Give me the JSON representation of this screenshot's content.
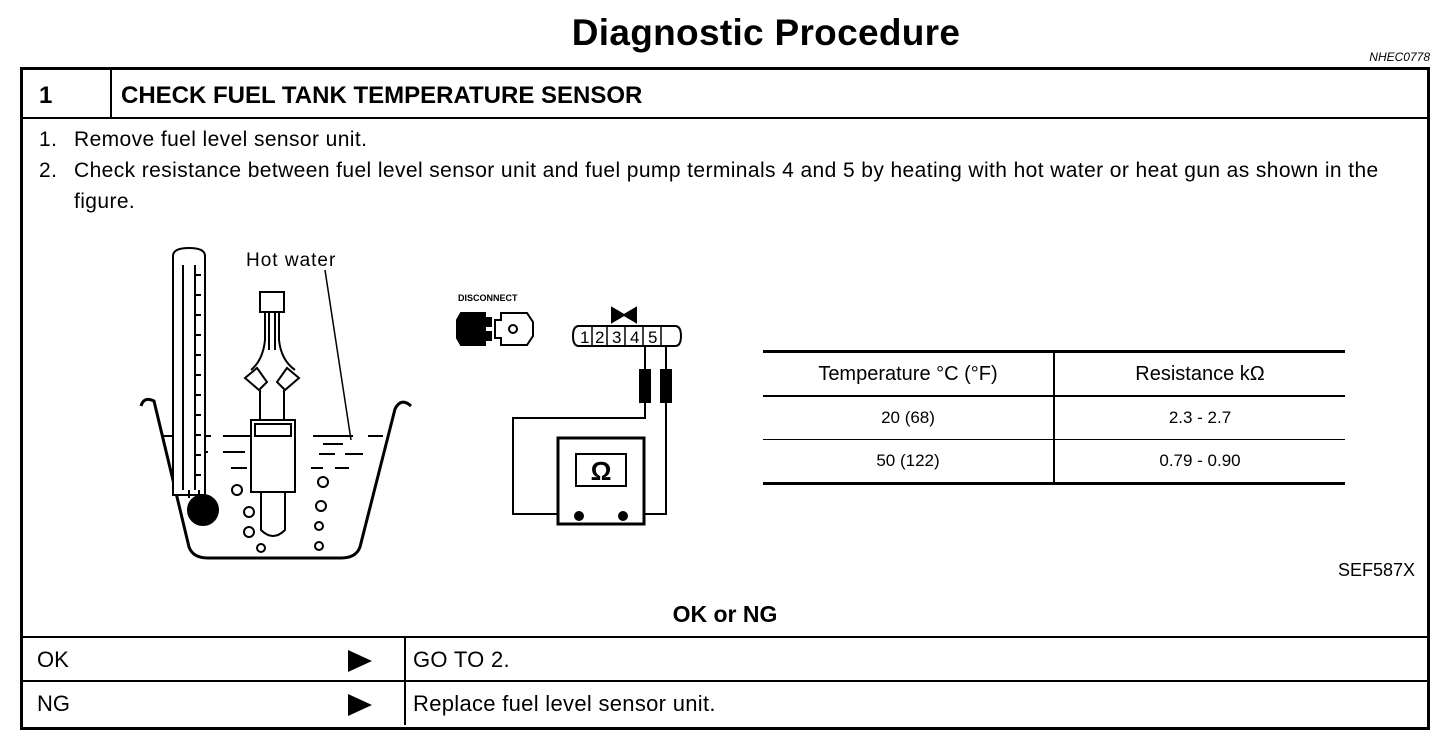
{
  "page": {
    "title": "Diagnostic Procedure",
    "ref_code": "NHEC0778"
  },
  "step": {
    "number": "1",
    "title": "CHECK FUEL TANK TEMPERATURE SENSOR",
    "instructions": [
      {
        "num": "1.",
        "text": "Remove fuel level sensor unit."
      },
      {
        "num": "2.",
        "text": "Check resistance between fuel level sensor unit and fuel pump terminals 4 and 5 by heating with hot water or heat gun as shown in the figure."
      }
    ]
  },
  "figure": {
    "hot_water_label": "Hot water",
    "disconnect_label": "DISCONNECT",
    "terminal_numbers": [
      "1",
      "2",
      "3",
      "4",
      "5"
    ],
    "ohmmeter_symbol": "Ω",
    "figure_id": "SEF587X",
    "icons": [
      "thermometer-icon",
      "disconnect-connector-icon",
      "ohmmeter-icon"
    ]
  },
  "spec_table": {
    "headers": [
      "Temperature °C (°F)",
      "Resistance kΩ"
    ],
    "rows": [
      [
        "20 (68)",
        "2.3 - 2.7"
      ],
      [
        "50 (122)",
        "0.79 - 0.90"
      ]
    ]
  },
  "result": {
    "label": "OK or NG",
    "rows": [
      {
        "key": "OK",
        "action": "GO TO 2."
      },
      {
        "key": "NG",
        "action": "Replace fuel level sensor unit."
      }
    ]
  }
}
